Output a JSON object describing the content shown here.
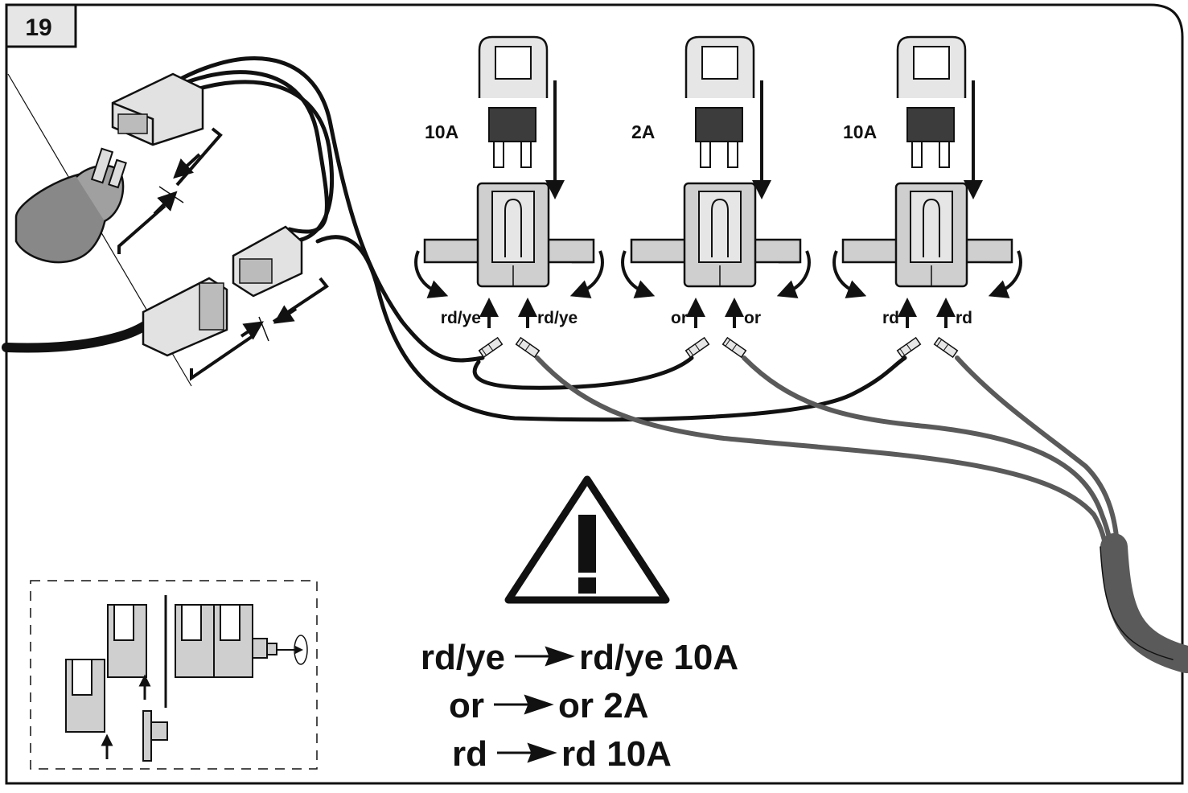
{
  "step_number": "19",
  "fuse_slots": [
    {
      "rating": "10A",
      "wire_left": "rd/ye",
      "wire_right": "rd/ye"
    },
    {
      "rating": "2A",
      "wire_left": "or",
      "wire_right": "or"
    },
    {
      "rating": "10A",
      "wire_left": "rd",
      "wire_right": "rd"
    }
  ],
  "warning_icon": "exclamation-triangle-icon",
  "mapping": [
    {
      "from": "rd/ye",
      "to": "rd/ye 10A"
    },
    {
      "from": "or",
      "to": "or 2A"
    },
    {
      "from": "rd",
      "to": "rd 10A"
    }
  ],
  "colors": {
    "outline": "#1a1a1a",
    "part_fill": "#cfcfcf",
    "fuse_dark": "#3c3c3c",
    "wire_grey": "#5a5a5a",
    "wire_black": "#111111"
  }
}
